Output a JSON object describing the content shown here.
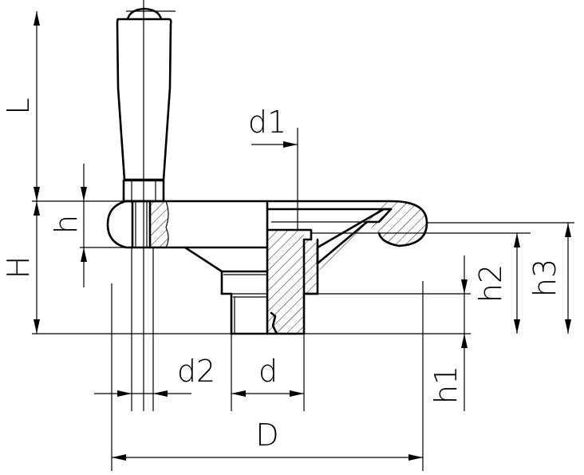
{
  "labels": {
    "L": "L",
    "d1": "d1",
    "h": "h",
    "H": "H",
    "h2": "h2",
    "h3": "h3",
    "d2": "d2",
    "d": "d",
    "h1": "h1",
    "D": "D"
  }
}
